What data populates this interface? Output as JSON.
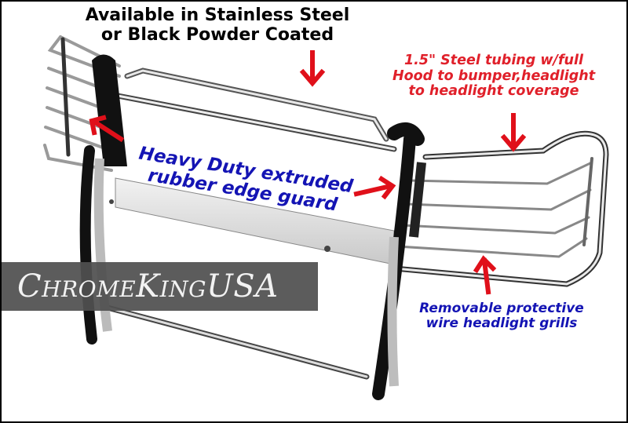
{
  "image": {
    "subject": "chrome grille guard product photo",
    "colors": {
      "background": "#ffffff",
      "frame": "#000000",
      "chrome": "#c8c8c8",
      "rubber_guard": "#111111",
      "arrow": "#e0101a",
      "heading_text": "#000000",
      "spec_text": "#e0202a",
      "feature_text": "#1414b4",
      "logo_band": "#505050",
      "logo_text": "#f2f2f2"
    }
  },
  "callouts": {
    "finish": {
      "lines": [
        "Available in Stainless Steel",
        "or Black Powder Coated"
      ]
    },
    "tubing": {
      "lines": [
        "1.5\" Steel tubing w/full",
        "Hood to bumper,headlight",
        "to headlight coverage"
      ]
    },
    "edge_guard": {
      "lines": [
        "Heavy Duty extruded",
        "rubber edge guard"
      ]
    },
    "grills": {
      "lines": [
        "Removable protective",
        "wire headlight grills"
      ]
    }
  },
  "logo": {
    "parts": [
      {
        "cap": "C",
        "rest": "HROME"
      },
      {
        "cap": "K",
        "rest": "ING"
      },
      {
        "cap": "USA",
        "rest": ""
      }
    ],
    "full_text": "ChromeKingUSA"
  },
  "arrows": [
    {
      "name": "finish-arrow",
      "direction": "down"
    },
    {
      "name": "tubing-arrow",
      "direction": "down"
    },
    {
      "name": "left-edge-guard-arrow",
      "direction": "left"
    },
    {
      "name": "right-edge-guard-arrow",
      "direction": "right"
    },
    {
      "name": "grills-arrow",
      "direction": "up"
    }
  ]
}
